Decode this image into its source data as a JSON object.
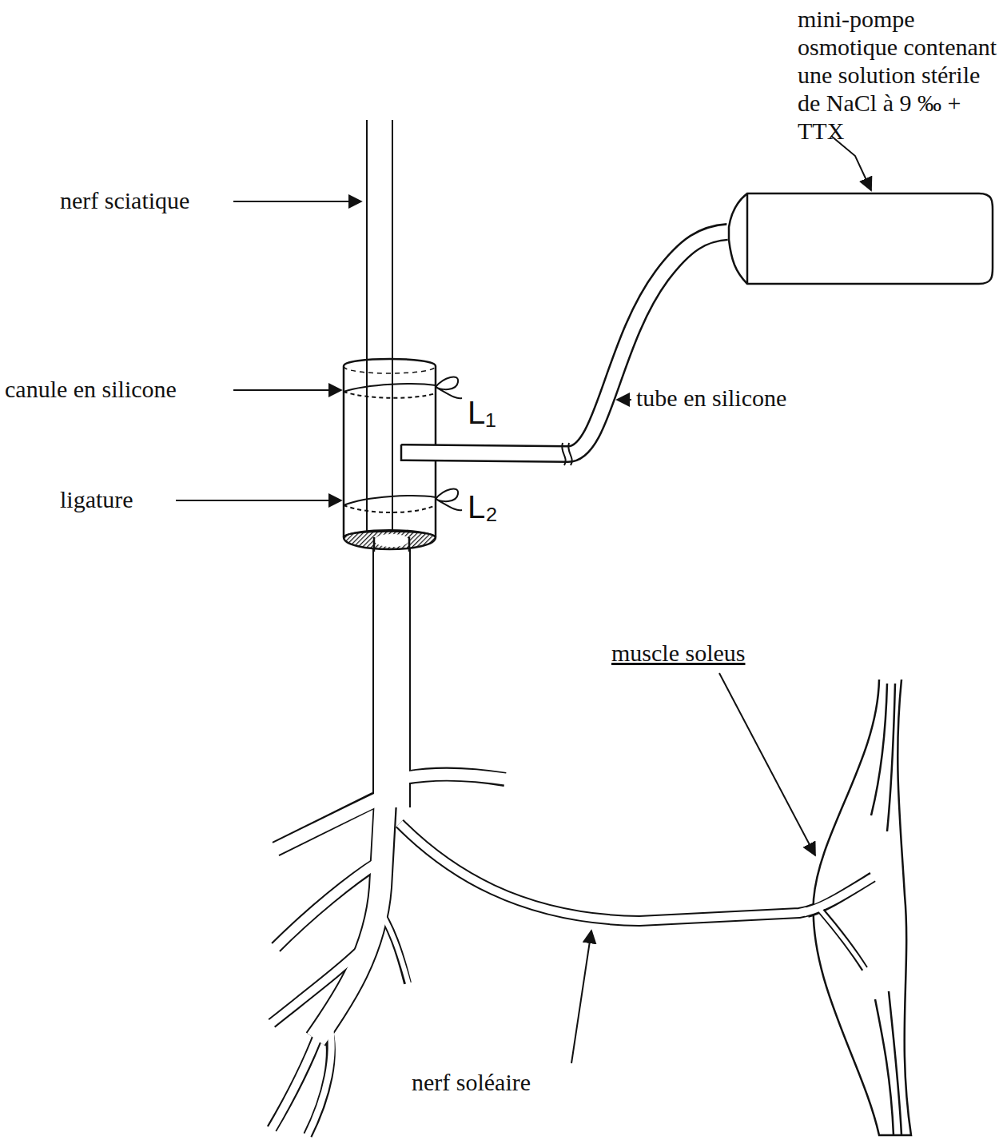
{
  "diagram": {
    "labels": [
      "mini-pompe osmotique contenant une solution stérile de NaCl à 9 ‰ + TTX",
      "nerf sciatique",
      "canule en silicone",
      "L₁",
      "tube en silicone",
      "ligature",
      "L₂",
      "muscle soleus",
      "nerf soléaire"
    ]
  }
}
